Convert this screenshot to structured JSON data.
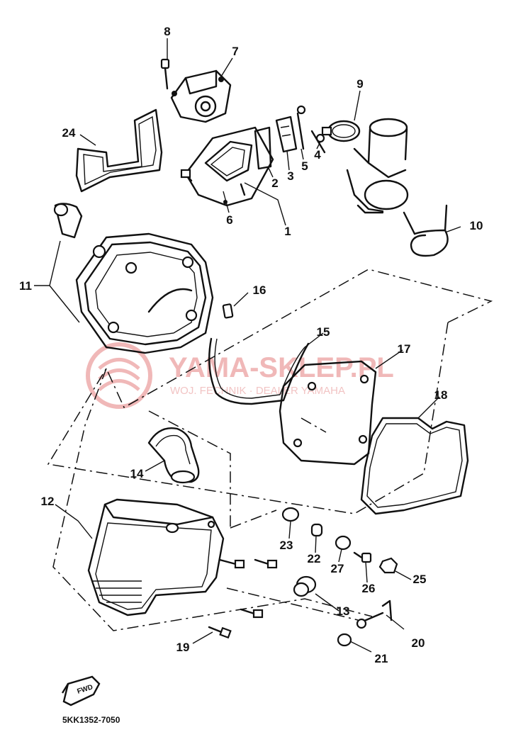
{
  "diagram_code": "5KK1352-7050",
  "fwd_label": "FWD",
  "watermark": {
    "main": "YAMA-SKLEP.PL",
    "sub": "WOJ. FECHNIK · DEALER YAMAHA"
  },
  "callouts": [
    "1",
    "2",
    "3",
    "4",
    "5",
    "6",
    "7",
    "8",
    "9",
    "10",
    "11",
    "12",
    "13",
    "14",
    "15",
    "16",
    "17",
    "18",
    "19",
    "20",
    "21",
    "22",
    "23",
    "24",
    "25",
    "26",
    "27"
  ],
  "colors": {
    "ink": "#111111",
    "watermark": "#f0b8b8"
  }
}
